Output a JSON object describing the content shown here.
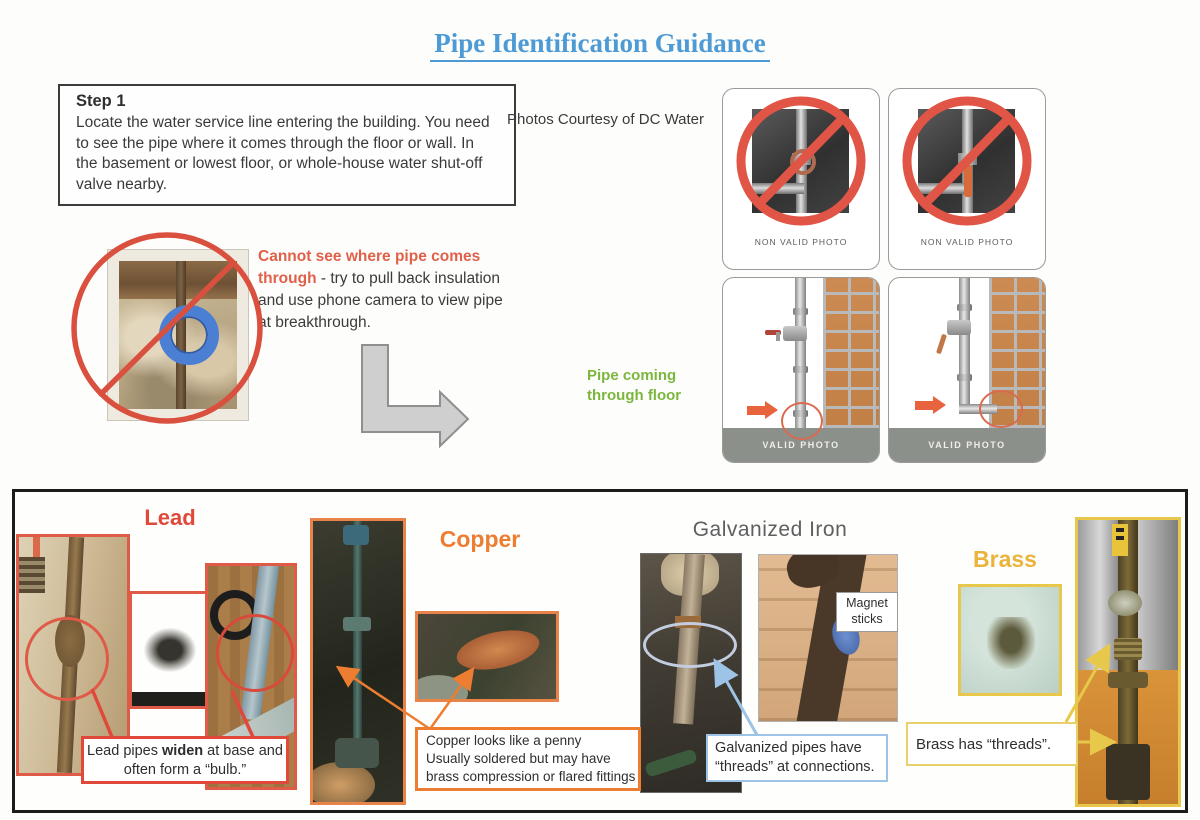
{
  "title": "Pipe Identification Guidance",
  "step1": {
    "heading": "Step 1",
    "body": "Locate the water service line entering the building. You need to see the pipe where it comes through the floor or wall. In the basement or lowest floor, or whole-house water shut-off valve nearby."
  },
  "credit": "Photos Courtesy of DC Water",
  "cannot_see": {
    "highlight": "Cannot see where pipe comes through",
    "rest": " - try to pull back insulation and use phone camera to view pipe at breakthrough."
  },
  "pipe_coming_label": "Pipe coming through floor",
  "panels": {
    "non_valid_label": "NON VALID PHOTO",
    "valid_label": "VALID PHOTO"
  },
  "lead": {
    "heading": "Lead",
    "callout_pre": "Lead pipes ",
    "callout_bold": "widen",
    "callout_post": " at base and often form a “bulb.”"
  },
  "copper": {
    "heading": "Copper",
    "lines": [
      "Copper looks like a penny",
      "Usually soldered but may have",
      "brass compression or flared fittings"
    ]
  },
  "galvanized": {
    "heading": "Galvanized Iron",
    "magnet_label": "Magnet sticks",
    "callout": "Galvanized pipes have “threads” at connections."
  },
  "brass": {
    "heading": "Brass",
    "callout": "Brass has “threads”."
  },
  "colors": {
    "title_blue": "#4d9ad5",
    "prohibition_red": "#d9503f",
    "valid_green": "#7cb63e",
    "lead_red": "#e0493a",
    "copper_orange": "#ed7d31",
    "galvanized_blue": "#9dc3e6",
    "brass_gold": "#e8c84a"
  }
}
